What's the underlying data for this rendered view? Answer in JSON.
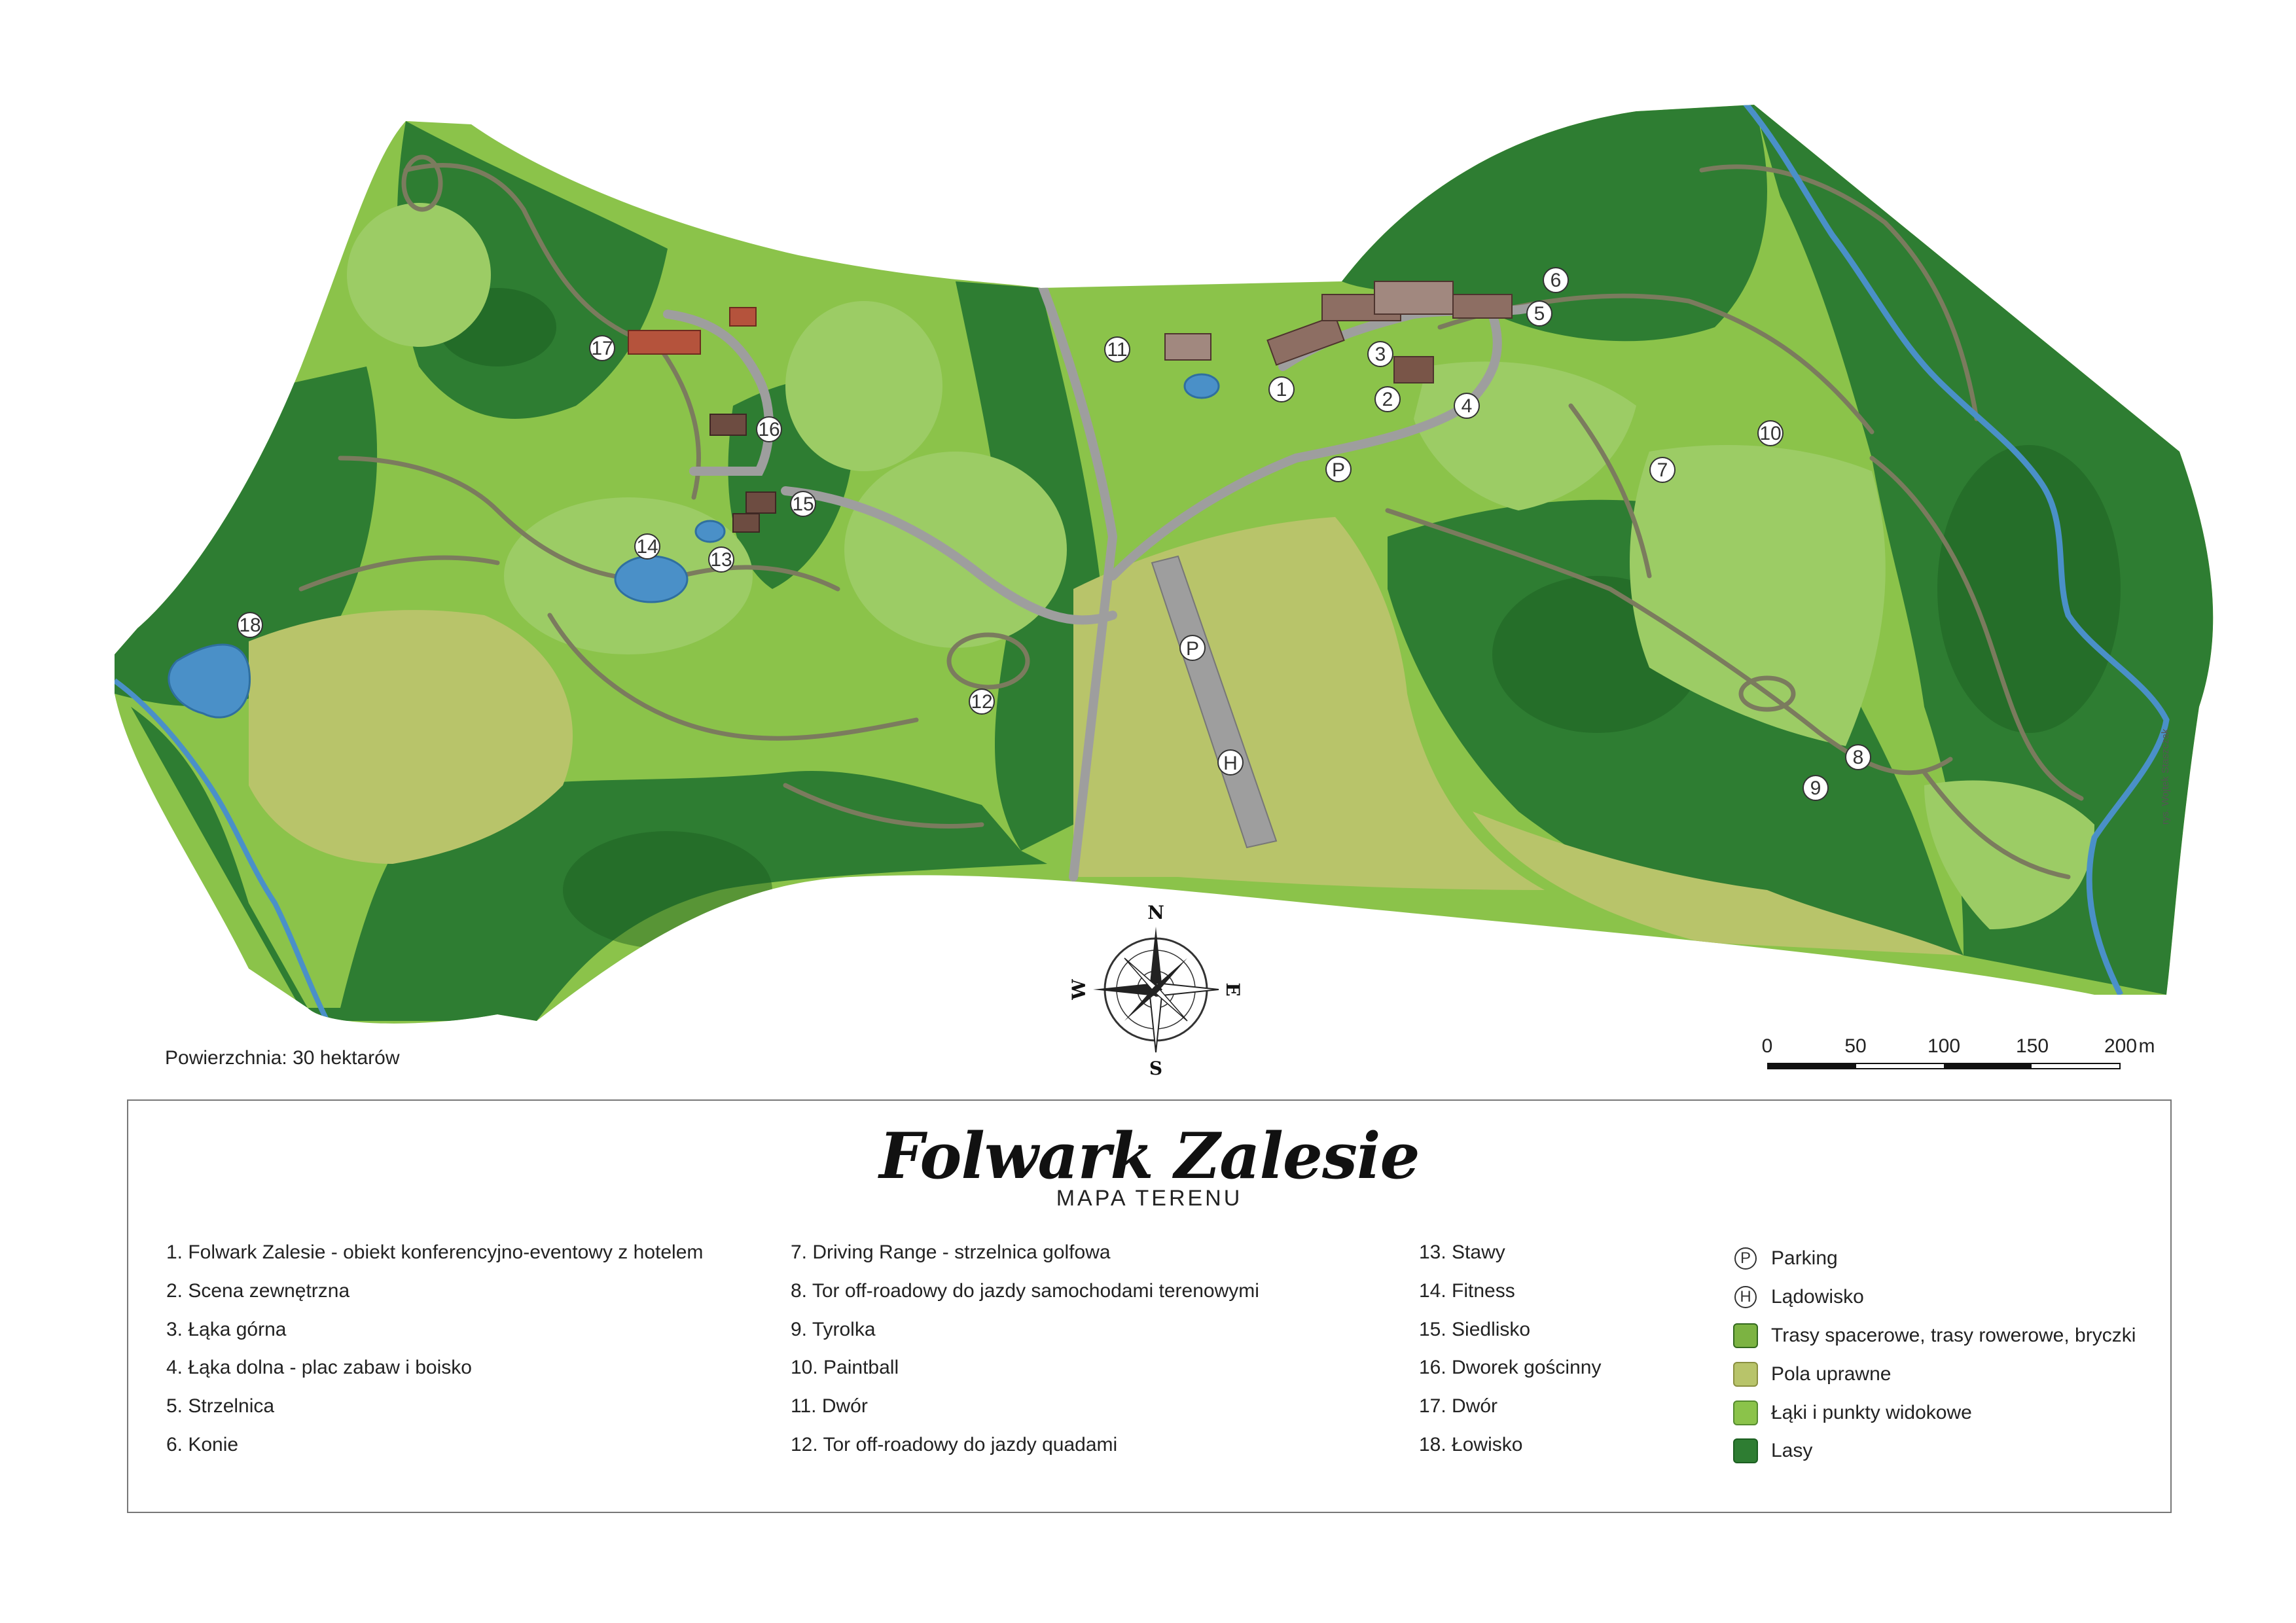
{
  "map": {
    "area_note": "Powierzchnia: 30 hektarów",
    "credit": "rys. Wojtek Staszczak",
    "compass": {
      "n": "N",
      "e": "E",
      "s": "S",
      "w": "W"
    },
    "scale": {
      "labels": [
        "0",
        "50",
        "100",
        "150",
        "200"
      ],
      "unit": "m"
    },
    "symbols": {
      "parking": "P",
      "helipad": "H"
    },
    "markers": [
      "1",
      "2",
      "3",
      "4",
      "5",
      "6",
      "7",
      "8",
      "9",
      "10",
      "11",
      "12",
      "13",
      "14",
      "15",
      "16",
      "17",
      "18"
    ],
    "colors": {
      "forest": "#2e7d32",
      "forest_dark": "#1b5e20",
      "meadow": "#8bc34a",
      "meadow_light": "#9ccc65",
      "field": "#b8c46a",
      "path": "#7b7b5e",
      "road": "#9e9e9e",
      "water": "#4a90c8",
      "roof": "#b5533c"
    }
  },
  "legend": {
    "title": "Folwark Zalesie",
    "subtitle": "MAPA TERENU",
    "col1": [
      "1. Folwark Zalesie - obiekt konferencyjno-eventowy z hotelem",
      "2. Scena zewnętrzna",
      "3. Łąka górna",
      "4. Łąka dolna - plac zabaw i boisko",
      "5. Strzelnica",
      "6. Konie"
    ],
    "col2": [
      "7. Driving Range - strzelnica golfowa",
      "8. Tor off-roadowy do jazdy samochodami terenowymi",
      "9. Tyrolka",
      "10. Paintball",
      "11. Dwór",
      "12. Tor off-roadowy do jazdy quadami"
    ],
    "col3": [
      "13. Stawy",
      "14. Fitness",
      "15. Siedlisko",
      "16. Dworek gościnny",
      "17. Dwór",
      "18. Łowisko"
    ],
    "symbols": [
      {
        "kind": "letter",
        "letter": "P",
        "label": "Parking"
      },
      {
        "kind": "letter",
        "letter": "H",
        "label": "Lądowisko"
      },
      {
        "kind": "swatch",
        "color": "#7cb342",
        "label": "Trasy spacerowe, trasy rowerowe, bryczki"
      },
      {
        "kind": "swatch",
        "color": "#b8c46a",
        "label": "Pola uprawne"
      },
      {
        "kind": "swatch",
        "color": "#8bc34a",
        "label": "Łąki i punkty widokowe"
      },
      {
        "kind": "swatch",
        "color": "#2e7d32",
        "label": "Lasy"
      }
    ]
  }
}
